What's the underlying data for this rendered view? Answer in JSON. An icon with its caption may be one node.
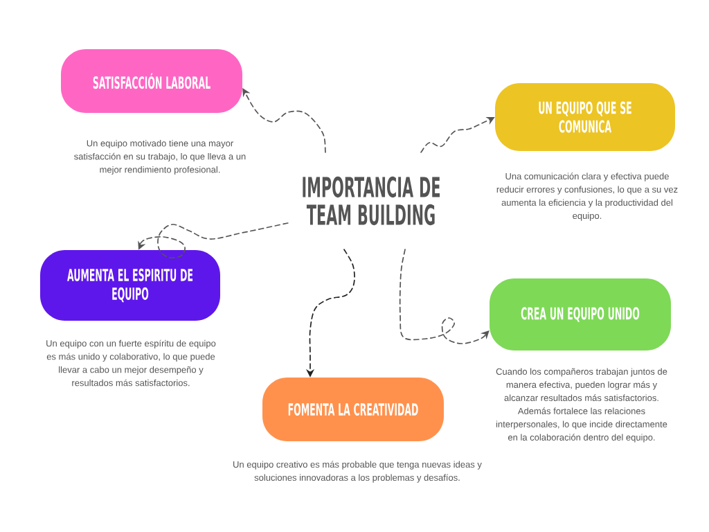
{
  "diagram": {
    "nodes": [
      {
        "text": [
          "SATISFACCIÓN LABORAL"
        ],
        "beside": [
          "Un equipo motivado tiene una mayor satisfacción en su trabajo, lo que lleva a un mejor rendimiento profesional."
        ]
      },
      {
        "text": [
          "UN EQUIPO QUE SE COMUNICA"
        ],
        "beside": [
          "Una comunicación clara y efectiva puede reducir errores y confusiones, lo que a su vez aumenta la eficiencia y la productividad del equipo."
        ]
      },
      {
        "text": [
          "IMPORTANCIA DE TEAM BUILDING"
        ]
      },
      {
        "text": [
          "AUMENTA EL ESPIRITU DE EQUIPO"
        ],
        "beside": [
          "Un equipo con un fuerte espíritu de equipo es más unido y colaborativo, lo que puede llevar a cabo un mejor desempeño y resultados más satisfactorios."
        ]
      },
      {
        "text": [
          "CREA UN EQUIPO UNIDO"
        ],
        "beside": [
          "Cuando los compañeros trabajan juntos de manera efectiva, pueden lograr más y alcanzar resultados más satisfactorios. Además fortalece las relaciones interpersonales, lo que incide directamente en la colaboración dentro del equipo."
        ]
      },
      {
        "text": [
          "FOMENTA LA CREATIVIDAD"
        ],
        "beside": [
          "Un equipo creativo es más probable que tenga nuevas ideas y soluciones innovadoras a los problemas y desafíos."
        ]
      }
    ],
    "edges": [
      {
        "from": 2,
        "to": 0,
        "arrow": "to",
        "style": "dashed"
      },
      {
        "from": 2,
        "to": 1,
        "arrow": "to",
        "style": "dashed"
      },
      {
        "from": 2,
        "to": 3,
        "arrow": "to",
        "style": "dashed"
      },
      {
        "from": 2,
        "to": 4,
        "arrow": "to",
        "style": "dashed"
      },
      {
        "from": 2,
        "to": 5,
        "arrow": "to",
        "style": "dashed",
        "color": "#222222"
      }
    ]
  }
}
